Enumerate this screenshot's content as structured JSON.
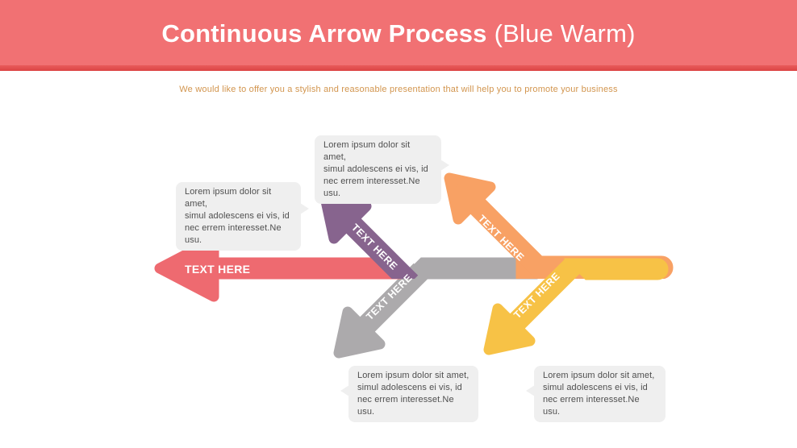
{
  "slide": {
    "header": {
      "title": "Continuous Arrow Process",
      "title_suffix": "(Blue Warm)",
      "bg_color": "#F17173",
      "accent_line_color": "#E04A4A",
      "title_color": "#FFFFFF"
    },
    "subtitle": "We would like to offer you a stylish and reasonable presentation that will help you to promote your business",
    "subtitle_color": "#D2954E"
  },
  "diagram": {
    "arrows": [
      {
        "name": "red-left-arrow",
        "label": "TEXT HERE",
        "color": "#EE6A70",
        "direction": "left"
      },
      {
        "name": "purple-up-arrow",
        "label": "TEXT HERE",
        "color": "#87648E",
        "direction": "up-left"
      },
      {
        "name": "gray-down-arrow",
        "label": "TEXT HERE",
        "color": "#ACAAAC",
        "direction": "down-left"
      },
      {
        "name": "orange-up-arrow",
        "label": "TEXT HERE",
        "color": "#F8A164",
        "direction": "up-left"
      },
      {
        "name": "yellow-down-arrow",
        "label": "TEXT HERE",
        "color": "#F7C246",
        "direction": "down-left"
      }
    ],
    "notes": [
      {
        "position": "top-center",
        "lines": [
          "Lorem ipsum dolor sit amet,",
          "simul adolescens ei vis, id",
          "nec errem interesset.Ne usu."
        ]
      },
      {
        "position": "middle-left",
        "lines": [
          "Lorem ipsum dolor sit amet,",
          "simul adolescens ei vis, id",
          "nec errem interesset.Ne usu."
        ]
      },
      {
        "position": "bottom-left",
        "lines": [
          "Lorem ipsum dolor sit amet,",
          "simul adolescens ei vis, id",
          "nec errem interesset.Ne usu."
        ]
      },
      {
        "position": "bottom-right",
        "lines": [
          "Lorem ipsum dolor sit amet,",
          "simul adolescens ei vis, id",
          "nec errem interesset.Ne usu."
        ]
      }
    ],
    "note_bg": "#EFEFEF",
    "note_text_color": "#4F4F4F"
  }
}
